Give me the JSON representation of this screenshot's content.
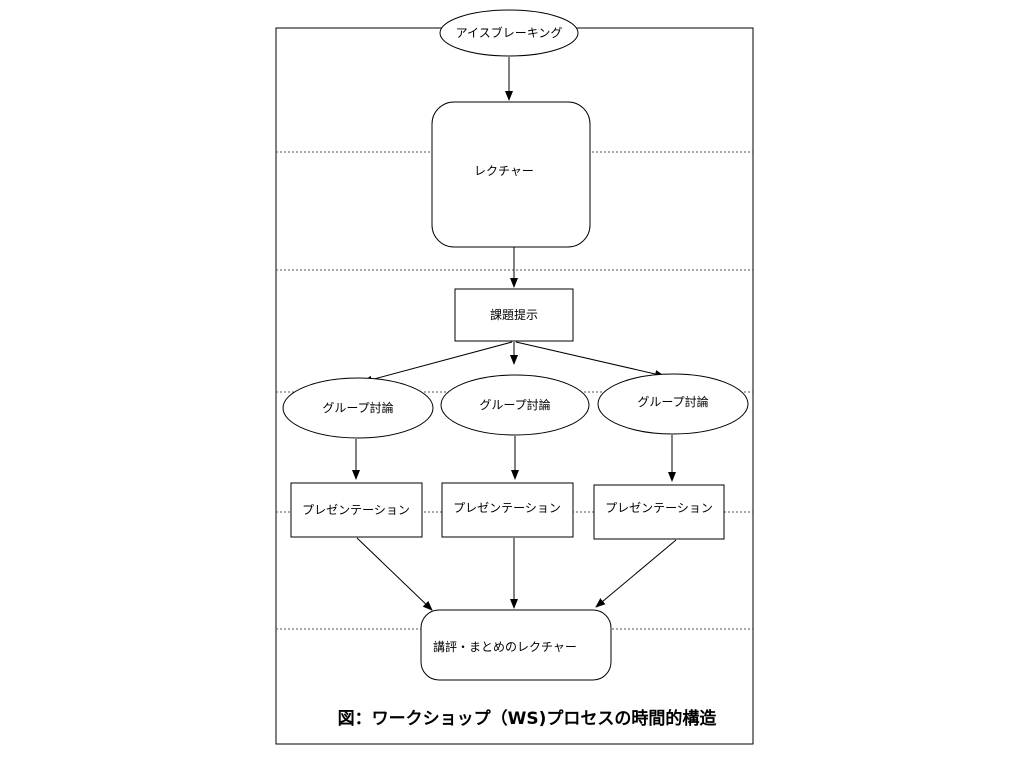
{
  "diagram": {
    "nodes": {
      "icebreaking": "アイスブレーキング",
      "lecture": "レクチャー",
      "task": "課題提示",
      "group_discussion": [
        "グループ討論",
        "グループ討論",
        "グループ討論"
      ],
      "presentation": [
        "プレゼンテーション",
        "プレゼンテーション",
        "プレゼンテーション"
      ],
      "summary": "講評・まとめのレクチャー"
    },
    "caption": "図：ワークショップ（WS)プロセスの時間的構造"
  }
}
